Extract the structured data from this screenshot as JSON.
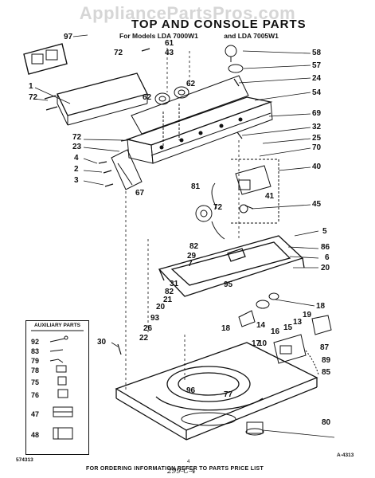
{
  "watermark": "AppliancePartsPros.com",
  "title": "TOP AND CONSOLE PARTS",
  "models_left": "For Models LDA 7000W1",
  "models_right": "and LDA 7005W1",
  "aux_title": "AUXILIARY PARTS",
  "footer": "FOR ORDERING INFORMATION REFER TO PARTS PRICE LIST",
  "ref_left": "574313",
  "ref_right": "A-4313",
  "page_no": "4",
  "handwriting": "299-C-4",
  "part_numbers": {
    "p97": "97",
    "p72a": "72",
    "p61": "61",
    "p43": "43",
    "p58": "58",
    "p57": "57",
    "p24": "24",
    "p62a": "62",
    "p62b": "62",
    "p1": "1",
    "p72b": "72",
    "p54": "54",
    "p69": "69",
    "p72c": "72",
    "p23": "23",
    "p32": "32",
    "p25": "25",
    "p70": "70",
    "p4": "4",
    "p2": "2",
    "p3": "3",
    "p40": "40",
    "p81": "81",
    "p41": "41",
    "p67": "67",
    "p72d": "72",
    "p45": "45",
    "p5": "5",
    "p82a": "82",
    "p29": "29",
    "p86": "86",
    "p7": "7",
    "p6": "6",
    "p20a": "20",
    "p95": "95",
    "p31": "31",
    "p82b": "82",
    "p21": "21",
    "p18a": "18",
    "p19": "19",
    "p13": "13",
    "p20b": "20",
    "p93": "93",
    "p15": "15",
    "p16": "16",
    "p14": "14",
    "p26": "26",
    "p18b": "18",
    "p17": "17",
    "p10": "10",
    "p87": "87",
    "p30": "30",
    "p22": "22",
    "p89": "89",
    "p85": "85",
    "p96": "96",
    "p77": "77",
    "p80": "80",
    "a92": "92",
    "a83": "83",
    "a79": "79",
    "a78": "78",
    "a75": "75",
    "a76": "76",
    "a47": "47",
    "a48": "48"
  }
}
